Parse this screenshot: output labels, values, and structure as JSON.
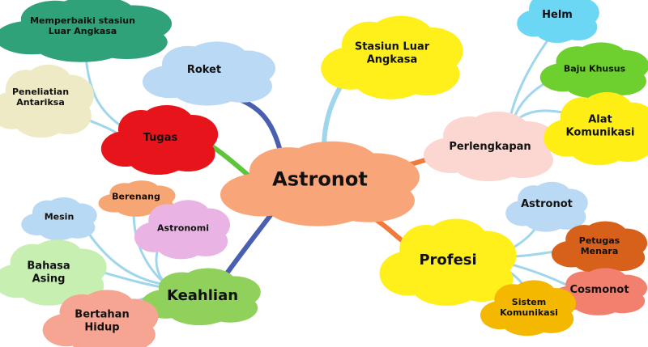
{
  "center": {
    "label": "Astronot"
  },
  "branches": [
    {
      "id": "roket",
      "label": "Roket"
    },
    {
      "id": "stasiun",
      "label": "Stasiun Luar Angkasa"
    },
    {
      "id": "tugas",
      "label": "Tugas"
    },
    {
      "id": "perlengkapan",
      "label": "Perlengkapan"
    },
    {
      "id": "keahlian",
      "label": "Keahlian"
    },
    {
      "id": "profesi",
      "label": "Profesi"
    }
  ],
  "leaves": {
    "tugas": [
      {
        "label": "Memperbaiki stasiun Luar Angkasa"
      },
      {
        "label": "Peneliatian Antariksa"
      }
    ],
    "perlengkapan": [
      {
        "label": "Helm"
      },
      {
        "label": "Baju Khusus"
      },
      {
        "label": "Alat Komunikasi"
      }
    ],
    "keahlian": [
      {
        "label": "Mesin"
      },
      {
        "label": "Berenang"
      },
      {
        "label": "Astronomi"
      },
      {
        "label": "Bahasa Asing"
      },
      {
        "label": "Bertahan Hidup"
      }
    ],
    "profesi": [
      {
        "label": "Astronot"
      },
      {
        "label": "Petugas Menara"
      },
      {
        "label": "Cosmonot"
      },
      {
        "label": "Sistem Komunikasi"
      }
    ]
  },
  "colors": {
    "center": "#f9a57a",
    "roket": "#b9d9f5",
    "stasiun": "#ffef1a",
    "tugas": "#e8141c",
    "perlengkapan": "#fcd6d0",
    "keahlian": "#8fd15a",
    "profesi": "#ffef1a",
    "memperbaiki": "#2fa27a",
    "peneliatian": "#eeeac6",
    "helm": "#6cd7f5",
    "baju": "#6dd02e",
    "alat": "#ffee14",
    "mesin": "#b7d9f3",
    "berenang": "#f6a673",
    "astronomi": "#e9b4e4",
    "bahasa": "#c6efb1",
    "bertahan": "#f6a593",
    "astronot2": "#b9d9f5",
    "petugas": "#d7601a",
    "cosmonot": "#f2806f",
    "sistem": "#f5b800",
    "line_blue": "#9fd6ec",
    "line_navy": "#4a5fb0",
    "line_green": "#5ec43a",
    "line_orange": "#f07a3c"
  }
}
